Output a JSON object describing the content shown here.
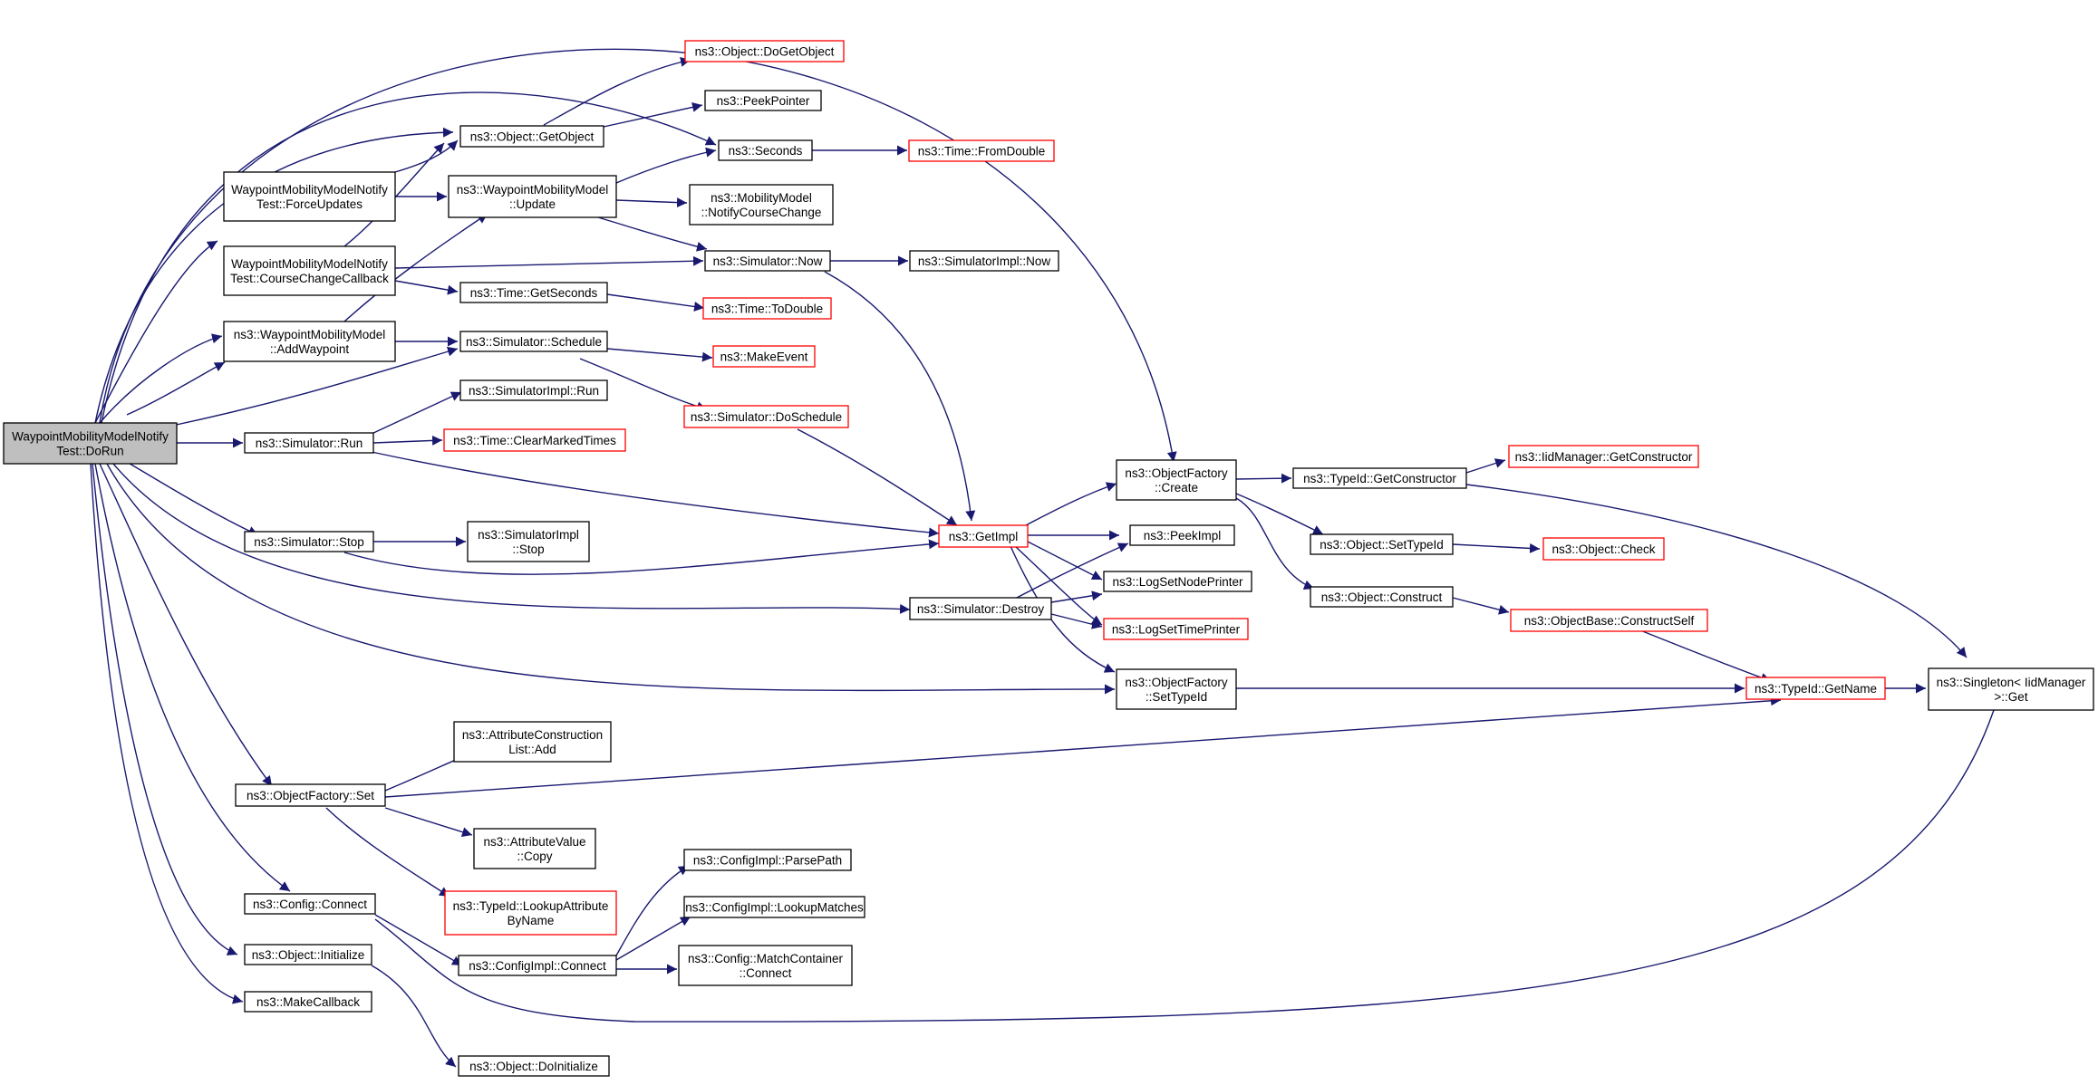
{
  "colors": {
    "edge": "#191970",
    "normal_border": "#000000",
    "truncated_border": "#ff0000",
    "root_fill": "#bfbfbf",
    "fill": "#ffffff"
  },
  "nodes": [
    {
      "id": "root",
      "lines": [
        "WaypointMobilityModelNotify",
        "Test::DoRun"
      ],
      "style": "root"
    },
    {
      "id": "force",
      "lines": [
        "WaypointMobilityModelNotify",
        "Test::ForceUpdates"
      ],
      "style": "normal"
    },
    {
      "id": "cccb",
      "lines": [
        "WaypointMobilityModelNotify",
        "Test::CourseChangeCallback"
      ],
      "style": "normal"
    },
    {
      "id": "addwp",
      "lines": [
        "ns3::WaypointMobilityModel",
        "::AddWaypoint"
      ],
      "style": "normal"
    },
    {
      "id": "simrun",
      "lines": [
        "ns3::Simulator::Run"
      ],
      "style": "normal"
    },
    {
      "id": "simstop",
      "lines": [
        "ns3::Simulator::Stop"
      ],
      "style": "normal"
    },
    {
      "id": "ofset",
      "lines": [
        "ns3::ObjectFactory::Set"
      ],
      "style": "normal"
    },
    {
      "id": "cfgconn",
      "lines": [
        "ns3::Config::Connect"
      ],
      "style": "normal"
    },
    {
      "id": "objinit",
      "lines": [
        "ns3::Object::Initialize"
      ],
      "style": "normal"
    },
    {
      "id": "mkcb",
      "lines": [
        "ns3::MakeCallback"
      ],
      "style": "normal"
    },
    {
      "id": "getobj",
      "lines": [
        "ns3::Object::GetObject"
      ],
      "style": "normal"
    },
    {
      "id": "wpupdate",
      "lines": [
        "ns3::WaypointMobilityModel",
        "::Update"
      ],
      "style": "normal"
    },
    {
      "id": "getsec",
      "lines": [
        "ns3::Time::GetSeconds"
      ],
      "style": "normal"
    },
    {
      "id": "simsched",
      "lines": [
        "ns3::Simulator::Schedule"
      ],
      "style": "normal"
    },
    {
      "id": "simimplrun",
      "lines": [
        "ns3::SimulatorImpl::Run"
      ],
      "style": "normal"
    },
    {
      "id": "clearmarked",
      "lines": [
        "ns3::Time::ClearMarkedTimes"
      ],
      "style": "truncated"
    },
    {
      "id": "simimplstop",
      "lines": [
        "ns3::SimulatorImpl",
        "::Stop"
      ],
      "style": "normal"
    },
    {
      "id": "attradd",
      "lines": [
        "ns3::AttributeConstruction",
        "List::Add"
      ],
      "style": "normal"
    },
    {
      "id": "attrcopy",
      "lines": [
        "ns3::AttributeValue",
        "::Copy"
      ],
      "style": "normal"
    },
    {
      "id": "lookupattr",
      "lines": [
        "ns3::TypeId::LookupAttribute",
        "ByName"
      ],
      "style": "truncated"
    },
    {
      "id": "cfgimplconn",
      "lines": [
        "ns3::ConfigImpl::Connect"
      ],
      "style": "normal"
    },
    {
      "id": "doinit",
      "lines": [
        "ns3::Object::DoInitialize"
      ],
      "style": "normal"
    },
    {
      "id": "dogetobj",
      "lines": [
        "ns3::Object::DoGetObject"
      ],
      "style": "truncated"
    },
    {
      "id": "peekptr",
      "lines": [
        "ns3::PeekPointer"
      ],
      "style": "normal"
    },
    {
      "id": "seconds",
      "lines": [
        "ns3::Seconds"
      ],
      "style": "normal"
    },
    {
      "id": "mmnotify",
      "lines": [
        "ns3::MobilityModel",
        "::NotifyCourseChange"
      ],
      "style": "normal"
    },
    {
      "id": "simnow",
      "lines": [
        "ns3::Simulator::Now"
      ],
      "style": "normal"
    },
    {
      "id": "todouble",
      "lines": [
        "ns3::Time::ToDouble"
      ],
      "style": "truncated"
    },
    {
      "id": "makeevent",
      "lines": [
        "ns3::MakeEvent"
      ],
      "style": "truncated"
    },
    {
      "id": "dosched",
      "lines": [
        "ns3::Simulator::DoSchedule"
      ],
      "style": "truncated"
    },
    {
      "id": "getimpl",
      "lines": [
        "ns3::GetImpl"
      ],
      "style": "truncated"
    },
    {
      "id": "simdestroy",
      "lines": [
        "ns3::Simulator::Destroy"
      ],
      "style": "normal"
    },
    {
      "id": "parsepath",
      "lines": [
        "ns3::ConfigImpl::ParsePath"
      ],
      "style": "normal"
    },
    {
      "id": "lookupmatches",
      "lines": [
        "ns3::ConfigImpl::LookupMatches"
      ],
      "style": "normal"
    },
    {
      "id": "matchconn",
      "lines": [
        "ns3::Config::MatchContainer",
        "::Connect"
      ],
      "style": "normal"
    },
    {
      "id": "fromdouble",
      "lines": [
        "ns3::Time::FromDouble"
      ],
      "style": "truncated"
    },
    {
      "id": "simimplnow",
      "lines": [
        "ns3::SimulatorImpl::Now"
      ],
      "style": "normal"
    },
    {
      "id": "ofcreate",
      "lines": [
        "ns3::ObjectFactory",
        "::Create"
      ],
      "style": "normal"
    },
    {
      "id": "peekimpl",
      "lines": [
        "ns3::PeekImpl"
      ],
      "style": "normal"
    },
    {
      "id": "lognode",
      "lines": [
        "ns3::LogSetNodePrinter"
      ],
      "style": "normal"
    },
    {
      "id": "logtime",
      "lines": [
        "ns3::LogSetTimePrinter"
      ],
      "style": "truncated"
    },
    {
      "id": "ofsettid",
      "lines": [
        "ns3::ObjectFactory",
        "::SetTypeId"
      ],
      "style": "normal"
    },
    {
      "id": "getctor",
      "lines": [
        "ns3::TypeId::GetConstructor"
      ],
      "style": "normal"
    },
    {
      "id": "objsettid",
      "lines": [
        "ns3::Object::SetTypeId"
      ],
      "style": "normal"
    },
    {
      "id": "objconstruct",
      "lines": [
        "ns3::Object::Construct"
      ],
      "style": "normal"
    },
    {
      "id": "iidgetctor",
      "lines": [
        "ns3::IidManager::GetConstructor"
      ],
      "style": "truncated"
    },
    {
      "id": "objcheck",
      "lines": [
        "ns3::Object::Check"
      ],
      "style": "truncated"
    },
    {
      "id": "constructself",
      "lines": [
        "ns3::ObjectBase::ConstructSelf"
      ],
      "style": "truncated"
    },
    {
      "id": "tidgetname",
      "lines": [
        "ns3::TypeId::GetName"
      ],
      "style": "truncated"
    },
    {
      "id": "singleton",
      "lines": [
        "ns3::Singleton< IidManager",
        ">::Get"
      ],
      "style": "normal"
    }
  ]
}
